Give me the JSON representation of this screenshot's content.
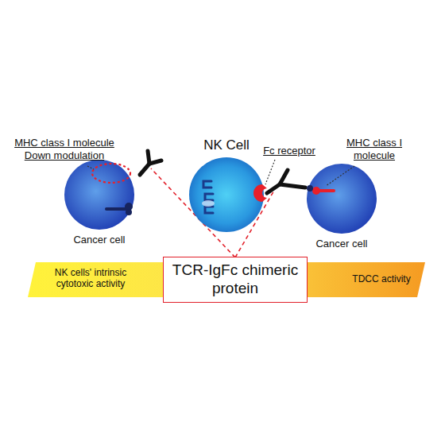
{
  "diagram": {
    "nodes": [
      {
        "text": [
          "Cancer cell"
        ]
      },
      {
        "text": [
          "NK Cell"
        ]
      },
      {
        "text": [
          "Cancer cell"
        ]
      },
      {
        "text": [
          "NK cells' intrinsic cytotoxic activity",
          "TDCC activity"
        ]
      },
      {
        "text": [
          "TCR-IgFc chimeric protein"
        ],
        "in": 3
      }
    ],
    "labels": [
      "MHC class I molecule Down modulation",
      "Fc receptor",
      "MHC class I molecule"
    ]
  }
}
